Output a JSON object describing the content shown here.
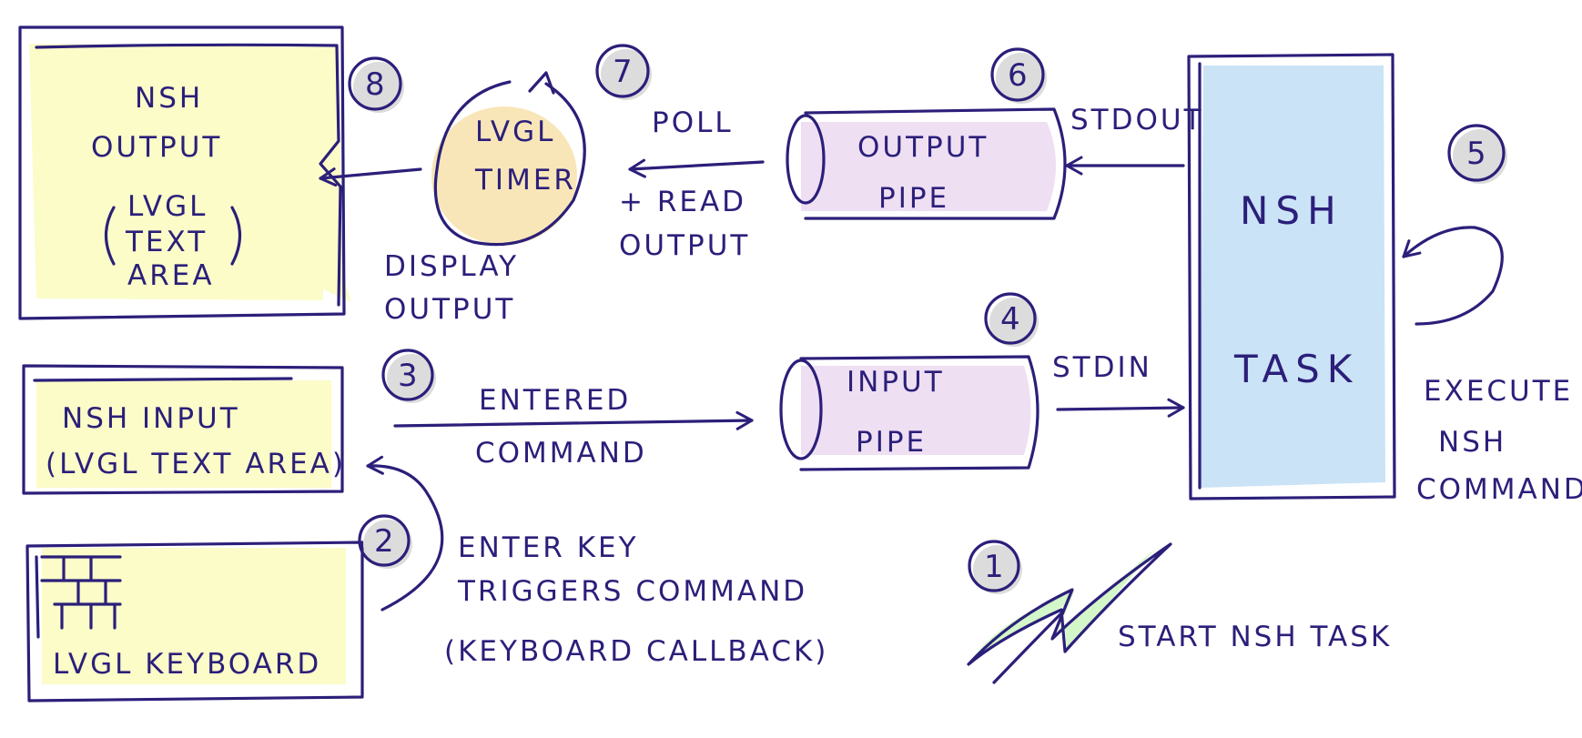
{
  "colors": {
    "ink": "#2b1f7a",
    "yellow_fill": "#fbfcc8",
    "orange_fill": "#f8e6b8",
    "lavender_fill": "#efdff3",
    "blue_fill": "#cbe3f6",
    "green_fill": "#d4f7c9"
  },
  "boxes": {
    "nsh_output": {
      "line1": "NSH",
      "line2": "OUTPUT",
      "line3": "LVGL",
      "line4": "TEXT",
      "line5": "AREA"
    },
    "nsh_input": {
      "line1": "NSH   INPUT",
      "line2": "(LVGL TEXT AREA)"
    },
    "lvgl_keyboard": {
      "label": "LVGL  KEYBOARD"
    },
    "lvgl_timer": {
      "line1": "LVGL",
      "line2": "TIMER"
    },
    "output_pipe": {
      "line1": "OUTPUT",
      "line2": "PIPE"
    },
    "input_pipe": {
      "line1": "INPUT",
      "line2": "PIPE"
    },
    "nsh_task": {
      "line1": "NSH",
      "line2": "TASK"
    }
  },
  "labels": {
    "display_output": [
      "DISPLAY",
      "OUTPUT"
    ],
    "poll_read": [
      "POLL",
      "+ READ",
      "OUTPUT"
    ],
    "stdout": "STDOUT",
    "stdin": "STDIN",
    "entered_command": [
      "ENTERED",
      "COMMAND"
    ],
    "enter_key": [
      "ENTER  KEY",
      "TRIGGERS  COMMAND",
      "(KEYBOARD  CALLBACK)"
    ],
    "execute": [
      "EXECUTE",
      "NSH",
      "COMMAND"
    ],
    "start": "START  NSH  TASK"
  },
  "steps": [
    "1",
    "2",
    "3",
    "4",
    "5",
    "6",
    "7",
    "8"
  ]
}
